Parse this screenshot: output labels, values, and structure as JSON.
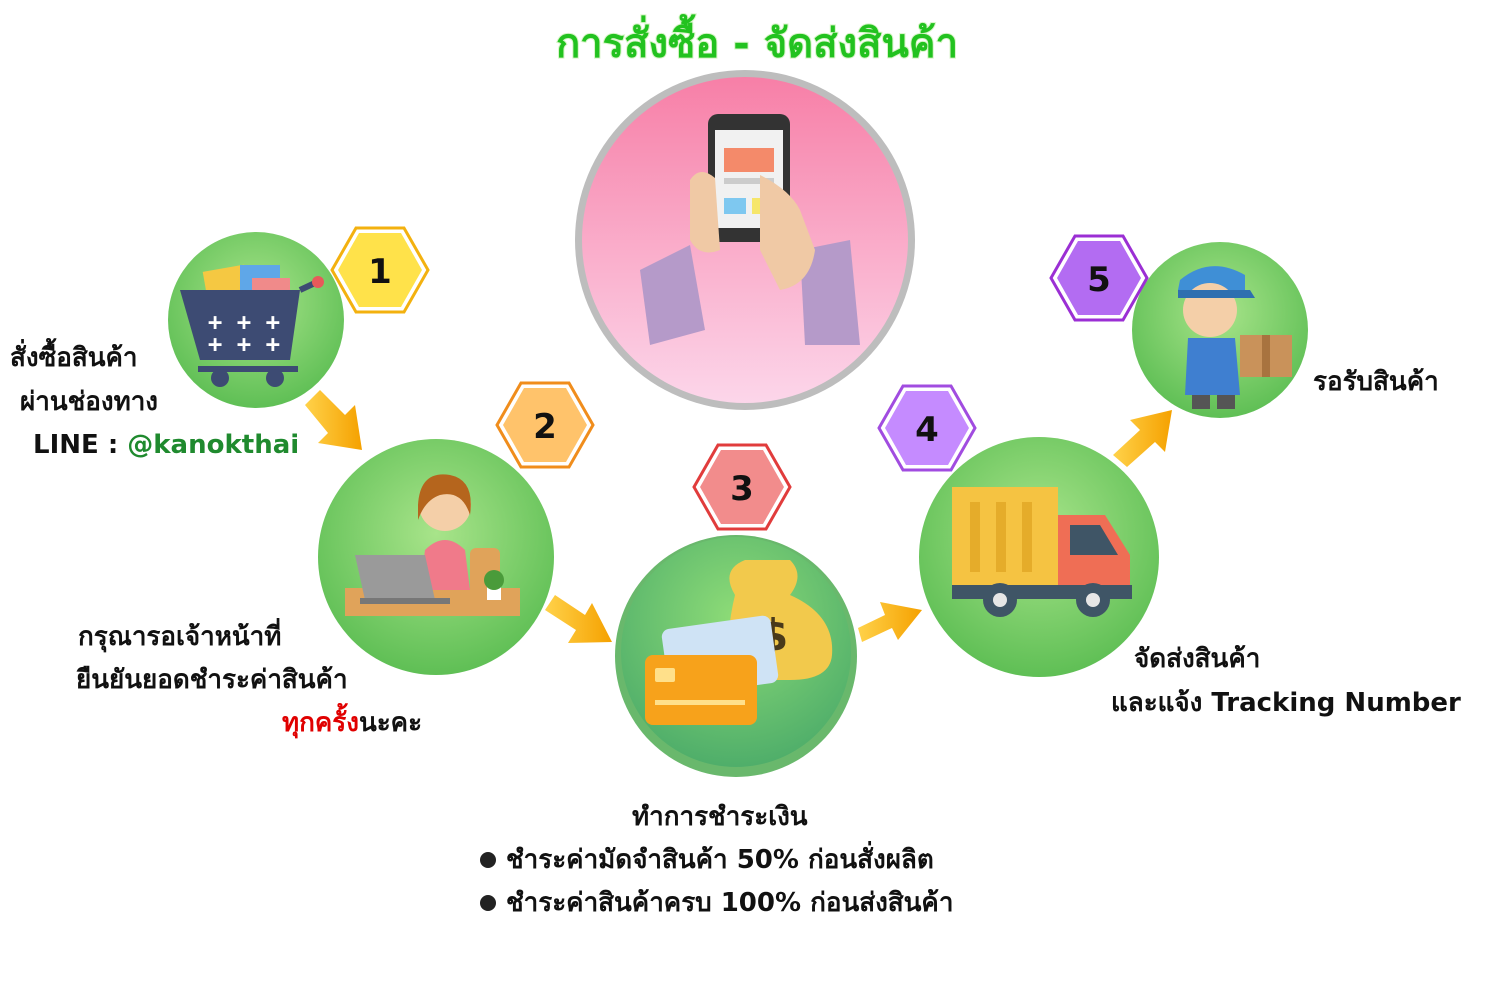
{
  "title": "การสั่งซื้อ - จัดส่งสินค้า",
  "colors": {
    "title": "#22c21f",
    "circle_green": "#7fd46a",
    "arrow": "#f6b000",
    "hex1": "#ffe24a",
    "hex2": "#ffc36b",
    "hex3": "#f28c8c",
    "hex4": "#c58bff",
    "hex5": "#b36cf2",
    "highlight_red": "#e00000",
    "line_id_green": "#1f8a2e"
  },
  "steps": [
    {
      "number": "1",
      "icon": "shopping-cart-icon",
      "text_line1": "สั่งซื้อสินค้า",
      "text_line2": "ผ่านช่องทาง",
      "line_label": "LINE : ",
      "line_id": "@kanokthai"
    },
    {
      "number": "2",
      "icon": "woman-laptop-icon",
      "text_line1": "กรุณารอเจ้าหน้าที่",
      "text_line2": "ยืนยันยอดชำระค่าสินค้า",
      "text_line3_red": "ทุกครั้ง",
      "text_line3_rest": "นะคะ"
    },
    {
      "number": "3",
      "icon": "money-bag-credit-card-icon",
      "heading": "ทำการชำระเงิน",
      "bullets": [
        "ชำระค่ามัดจำสินค้า 50% ก่อนสั่งผลิต",
        "ชำระค่าสินค้าครบ 100% ก่อนส่งสินค้า"
      ]
    },
    {
      "number": "4",
      "icon": "delivery-truck-icon",
      "text_line1": "จัดส่งสินค้า",
      "text_line2": "และแจ้ง Tracking Number"
    },
    {
      "number": "5",
      "icon": "delivery-man-box-icon",
      "text_line1": "รอรับสินค้า"
    }
  ],
  "center_icon": "smartphone-hands-icon"
}
